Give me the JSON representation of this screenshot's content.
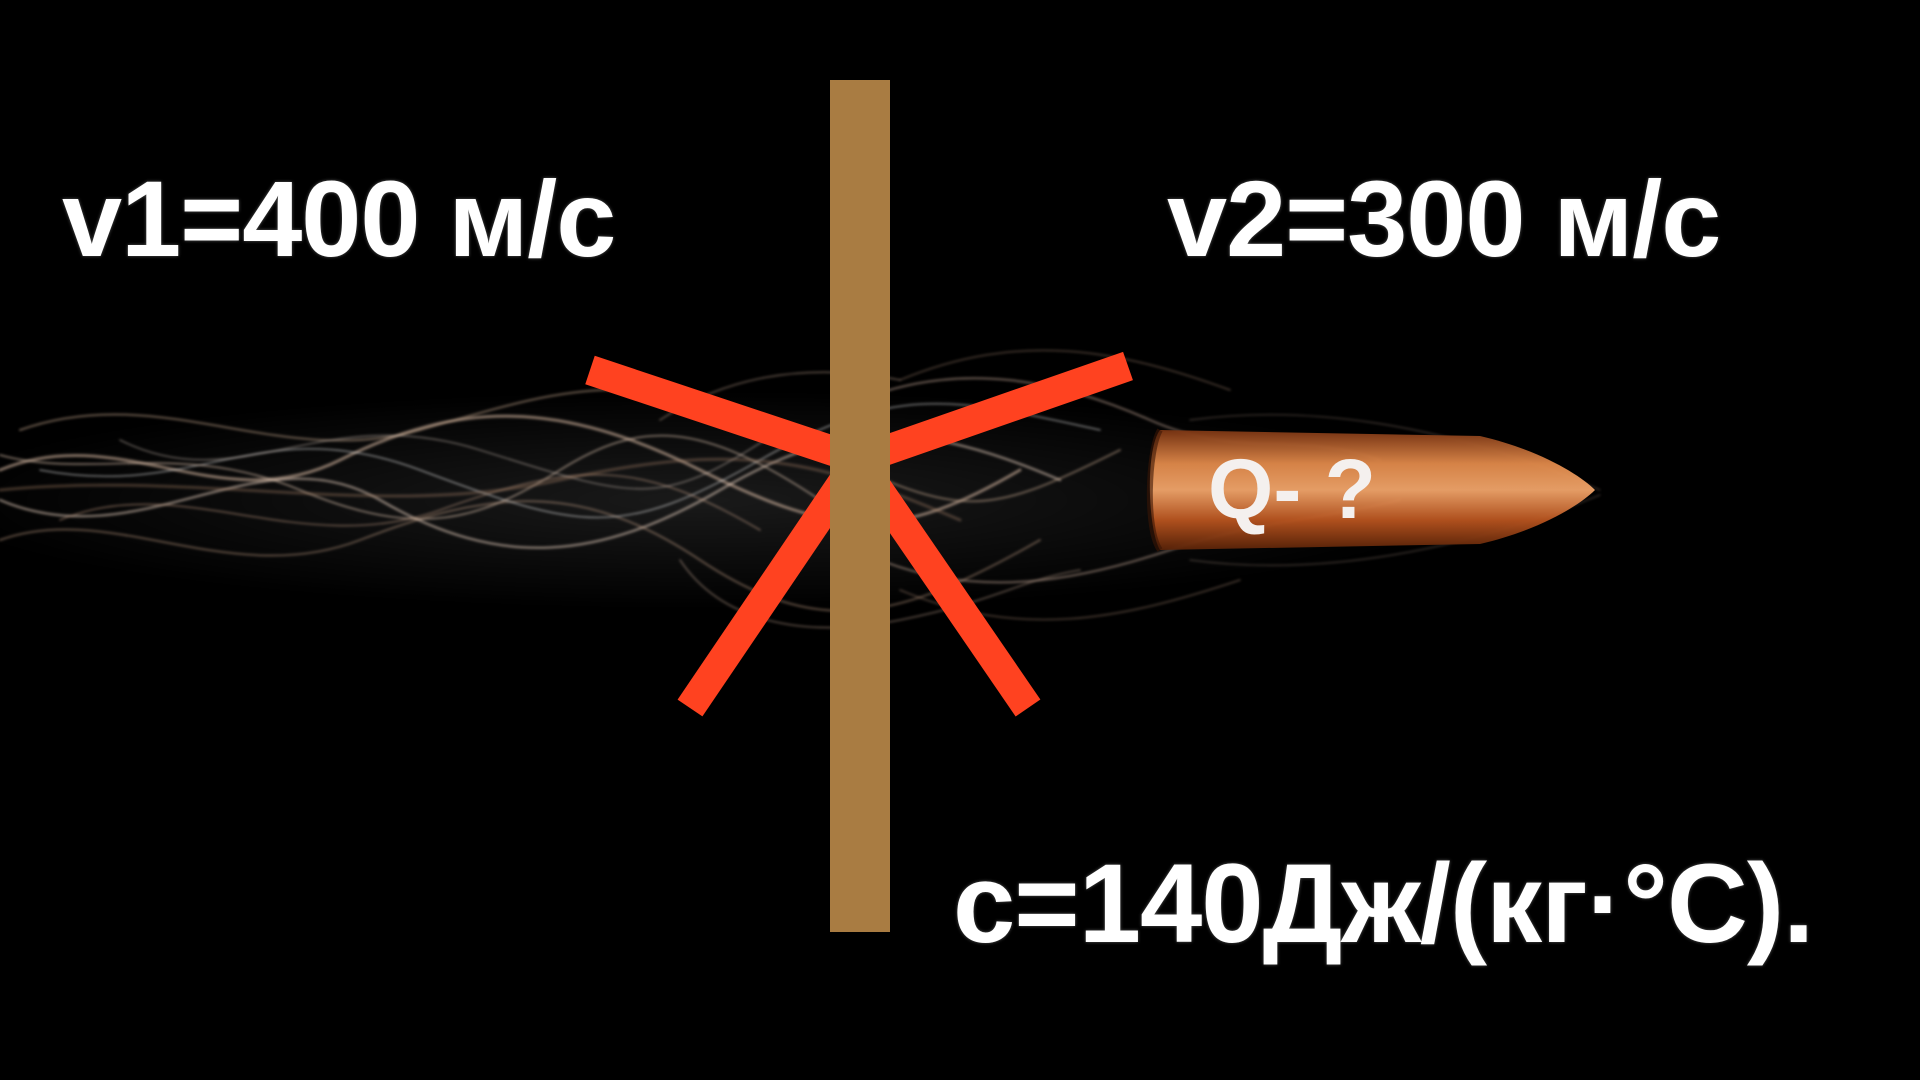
{
  "labels": {
    "v1": "v1=400 м/с",
    "v2": "v2=300 м/с",
    "specific_heat": "с=140Дж/(кг·°С).",
    "bullet_question": "Q- ?"
  },
  "colors": {
    "background": "#000000",
    "board": "#a97c42",
    "splinters": "#ff4220",
    "bullet": "#c8612a",
    "smoke": "#e8cbb6",
    "text": "#ffffff"
  }
}
